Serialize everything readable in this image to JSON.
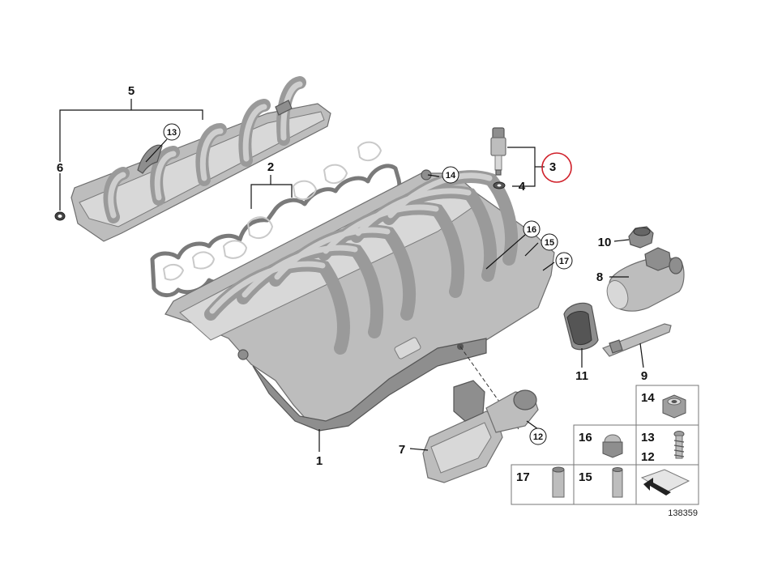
{
  "diagram": {
    "reference_number": "138359",
    "callouts": {
      "p1": "1",
      "p2": "2",
      "p3": "3",
      "p4": "4",
      "p5": "5",
      "p6": "6",
      "p7": "7",
      "p8": "8",
      "p9": "9",
      "p10": "10",
      "p11": "11",
      "p12": "12",
      "p13": "13",
      "p14": "14",
      "p15": "15",
      "p16": "16",
      "p17": "17"
    },
    "tiles": {
      "t14": "14",
      "t16": "16",
      "t13": "13",
      "t12": "12",
      "t17": "17",
      "t15": "15"
    },
    "highlight_color": "#d0202a"
  }
}
